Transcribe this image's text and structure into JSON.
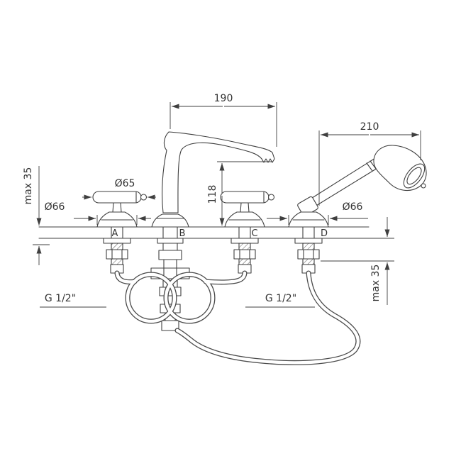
{
  "drawing": {
    "type": "technical-dimension-drawing",
    "subject": "4-hole deck-mounted bath mixer with hand shower",
    "colors": {
      "line": "#3f3f3f",
      "text": "#333333",
      "background": "#ffffff"
    },
    "dimensions": {
      "spout_reach": "190",
      "hand_shower_length": "210",
      "spout_height": "118",
      "handle_diameter": "Ø65",
      "left_base_diameter": "Ø66",
      "right_base_diameter": "Ø66",
      "max_deck_left": "max 35",
      "max_deck_right": "max 35",
      "thread_left": "G 1/2\"",
      "thread_right": "G 1/2\""
    },
    "hole_labels": {
      "a": "A",
      "b": "B",
      "c": "C",
      "d": "D"
    }
  }
}
